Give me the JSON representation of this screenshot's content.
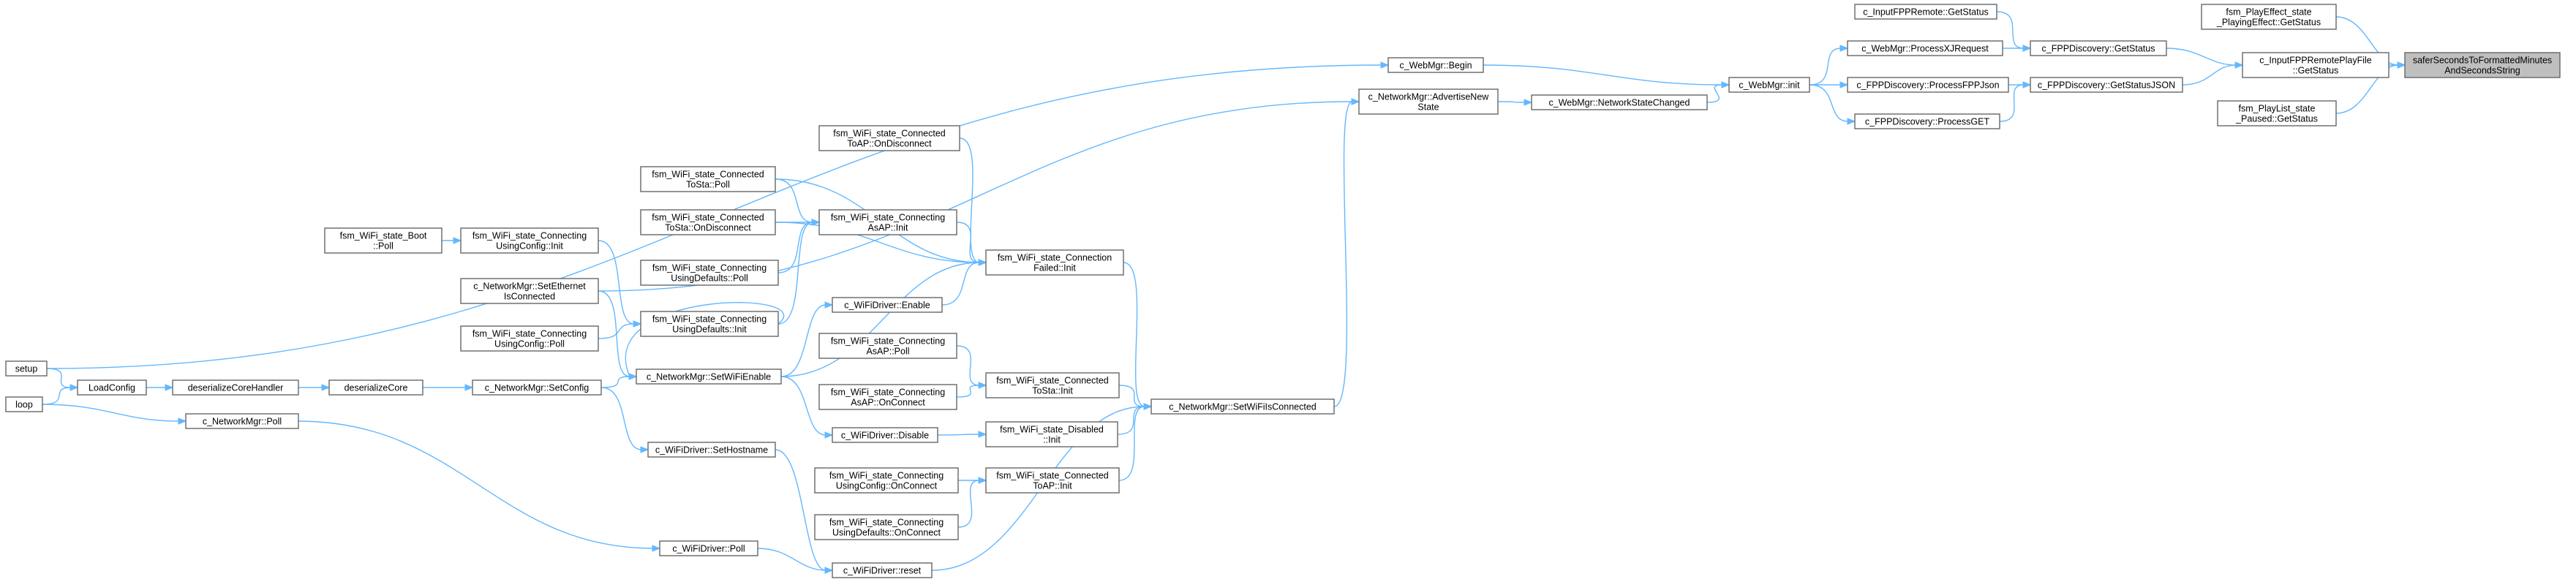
{
  "diagram": {
    "type": "call-graph",
    "colors": {
      "edge": "#63b8ff",
      "node_border": "#666666",
      "root_fill": "#bfbfbf",
      "node_fill": "#ffffff"
    },
    "nodes": [
      {
        "id": "root",
        "lines": [
          "saferSecondsToFormattedMinutes",
          "AndSecondsString"
        ],
        "root": true
      },
      {
        "id": "playeffect",
        "lines": [
          "fsm_PlayEffect_state",
          "_PlayingEffect::GetStatus"
        ]
      },
      {
        "id": "inputremote",
        "lines": [
          "c_InputFPPRemotePlayFile",
          "::GetStatus"
        ]
      },
      {
        "id": "playlist",
        "lines": [
          "fsm_PlayList_state",
          "_Paused::GetStatus"
        ]
      },
      {
        "id": "remotegetstatus",
        "lines": [
          "c_InputFPPRemote::GetStatus"
        ]
      },
      {
        "id": "discgetstatus",
        "lines": [
          "c_FPPDiscovery::GetStatus"
        ]
      },
      {
        "id": "discgetstatusjson",
        "lines": [
          "c_FPPDiscovery::GetStatusJSON"
        ]
      },
      {
        "id": "processxj",
        "lines": [
          "c_WebMgr::ProcessXJRequest"
        ]
      },
      {
        "id": "processfppjson",
        "lines": [
          "c_FPPDiscovery::ProcessFPPJson"
        ]
      },
      {
        "id": "processget",
        "lines": [
          "c_FPPDiscovery::ProcessGET"
        ]
      },
      {
        "id": "webinit",
        "lines": [
          "c_WebMgr::init"
        ]
      },
      {
        "id": "webbegin",
        "lines": [
          "c_WebMgr::Begin"
        ]
      },
      {
        "id": "netstatechanged",
        "lines": [
          "c_WebMgr::NetworkStateChanged"
        ]
      },
      {
        "id": "advertise",
        "lines": [
          "c_NetworkMgr::AdvertiseNew",
          "State"
        ]
      },
      {
        "id": "setwifi",
        "lines": [
          "c_NetworkMgr::SetWiFiIsConnected"
        ]
      },
      {
        "id": "connfailinit",
        "lines": [
          "fsm_WiFi_state_Connection",
          "Failed::Init"
        ]
      },
      {
        "id": "ctapondisc",
        "lines": [
          "fsm_WiFi_state_Connected",
          "ToAP::OnDisconnect"
        ]
      },
      {
        "id": "ctspoll",
        "lines": [
          "fsm_WiFi_state_Connected",
          "ToSta::Poll"
        ]
      },
      {
        "id": "ctsondisc",
        "lines": [
          "fsm_WiFi_state_Connected",
          "ToSta::OnDisconnect"
        ]
      },
      {
        "id": "cdpoll",
        "lines": [
          "fsm_WiFi_state_Connecting",
          "UsingDefaults::Poll"
        ]
      },
      {
        "id": "caapinit",
        "lines": [
          "fsm_WiFi_state_Connecting",
          "AsAP::Init"
        ]
      },
      {
        "id": "wifienable",
        "lines": [
          "c_WiFiDriver::Enable"
        ]
      },
      {
        "id": "caappoll",
        "lines": [
          "fsm_WiFi_state_Connecting",
          "AsAP::Poll"
        ]
      },
      {
        "id": "caaponconnect",
        "lines": [
          "fsm_WiFi_state_Connecting",
          "AsAP::OnConnect"
        ]
      },
      {
        "id": "ctsinit",
        "lines": [
          "fsm_WiFi_state_Connected",
          "ToSta::Init"
        ]
      },
      {
        "id": "wifidisable",
        "lines": [
          "c_WiFiDriver::Disable"
        ]
      },
      {
        "id": "disabledinit",
        "lines": [
          "fsm_WiFi_state_Disabled",
          "::Init"
        ]
      },
      {
        "id": "cconfigonconnect",
        "lines": [
          "fsm_WiFi_state_Connecting",
          "UsingConfig::OnConnect"
        ]
      },
      {
        "id": "ctapinit",
        "lines": [
          "fsm_WiFi_state_Connected",
          "ToAP::Init"
        ]
      },
      {
        "id": "cdefonconnect",
        "lines": [
          "fsm_WiFi_state_Connecting",
          "UsingDefaults::OnConnect"
        ]
      },
      {
        "id": "wifireset",
        "lines": [
          "c_WiFiDriver::reset"
        ]
      },
      {
        "id": "wifipoll",
        "lines": [
          "c_WiFiDriver::Poll"
        ]
      },
      {
        "id": "sethostname",
        "lines": [
          "c_WiFiDriver::SetHostname"
        ]
      },
      {
        "id": "setwifienable",
        "lines": [
          "c_NetworkMgr::SetWiFiEnable"
        ]
      },
      {
        "id": "cdinit",
        "lines": [
          "fsm_WiFi_state_Connecting",
          "UsingDefaults::Init"
        ]
      },
      {
        "id": "cconfiginit",
        "lines": [
          "fsm_WiFi_state_Connecting",
          "UsingConfig::Init"
        ]
      },
      {
        "id": "bootpoll",
        "lines": [
          "fsm_WiFi_state_Boot",
          "::Poll"
        ]
      },
      {
        "id": "setethernet",
        "lines": [
          "c_NetworkMgr::SetEthernet",
          "IsConnected"
        ]
      },
      {
        "id": "cconfigpoll",
        "lines": [
          "fsm_WiFi_state_Connecting",
          "UsingConfig::Poll"
        ]
      },
      {
        "id": "setconfig",
        "lines": [
          "c_NetworkMgr::SetConfig"
        ]
      },
      {
        "id": "deserializecore",
        "lines": [
          "deserializeCore"
        ]
      },
      {
        "id": "deserializehandler",
        "lines": [
          "deserializeCoreHandler"
        ]
      },
      {
        "id": "loadconfig",
        "lines": [
          "LoadConfig"
        ]
      },
      {
        "id": "setup",
        "lines": [
          "setup"
        ]
      },
      {
        "id": "loop",
        "lines": [
          "loop"
        ]
      },
      {
        "id": "netmgrpoll",
        "lines": [
          "c_NetworkMgr::Poll"
        ]
      }
    ],
    "edges": [
      [
        "playeffect",
        "root"
      ],
      [
        "inputremote",
        "root"
      ],
      [
        "playlist",
        "root"
      ],
      [
        "discgetstatus",
        "inputremote"
      ],
      [
        "discgetstatusjson",
        "inputremote"
      ],
      [
        "remotegetstatus",
        "discgetstatus"
      ],
      [
        "processxj",
        "discgetstatus"
      ],
      [
        "processfppjson",
        "discgetstatusjson"
      ],
      [
        "processget",
        "discgetstatusjson"
      ],
      [
        "webinit",
        "processxj"
      ],
      [
        "webinit",
        "processfppjson"
      ],
      [
        "webinit",
        "processget"
      ],
      [
        "webbegin",
        "webinit"
      ],
      [
        "netstatechanged",
        "webinit"
      ],
      [
        "setup",
        "webbegin"
      ],
      [
        "advertise",
        "netstatechanged"
      ],
      [
        "setethernet",
        "advertise"
      ],
      [
        "setwifi",
        "advertise"
      ],
      [
        "connfailinit",
        "setwifi"
      ],
      [
        "ctsinit",
        "setwifi"
      ],
      [
        "disabledinit",
        "setwifi"
      ],
      [
        "ctapinit",
        "setwifi"
      ],
      [
        "wifireset",
        "setwifi"
      ],
      [
        "ctapondisc",
        "connfailinit"
      ],
      [
        "ctspoll",
        "connfailinit"
      ],
      [
        "ctsondisc",
        "connfailinit"
      ],
      [
        "caapinit",
        "connfailinit"
      ],
      [
        "wifienable",
        "connfailinit"
      ],
      [
        "setwifienable",
        "connfailinit"
      ],
      [
        "ctspoll",
        "caapinit"
      ],
      [
        "ctsondisc",
        "caapinit"
      ],
      [
        "cdpoll",
        "caapinit"
      ],
      [
        "cdinit",
        "caapinit"
      ],
      [
        "setwifienable",
        "wifienable"
      ],
      [
        "caappoll",
        "ctsinit"
      ],
      [
        "caaponconnect",
        "ctsinit"
      ],
      [
        "setwifienable",
        "wifidisable"
      ],
      [
        "wifidisable",
        "disabledinit"
      ],
      [
        "cconfigonconnect",
        "ctapinit"
      ],
      [
        "cdefonconnect",
        "ctapinit"
      ],
      [
        "wifipoll",
        "wifireset"
      ],
      [
        "sethostname",
        "wifireset"
      ],
      [
        "setconfig",
        "sethostname"
      ],
      [
        "setconfig",
        "setwifienable"
      ],
      [
        "cdinit",
        "setwifienable"
      ],
      [
        "cconfiginit",
        "cdinit"
      ],
      [
        "cconfigpoll",
        "cdinit"
      ],
      [
        "bootpoll",
        "cconfiginit"
      ],
      [
        "setethernet",
        "setwifienable"
      ],
      [
        "deserializecore",
        "setconfig"
      ],
      [
        "deserializehandler",
        "deserializecore"
      ],
      [
        "loadconfig",
        "deserializehandler"
      ],
      [
        "setup",
        "loadconfig"
      ],
      [
        "loop",
        "loadconfig"
      ],
      [
        "loop",
        "netmgrpoll"
      ],
      [
        "netmgrpoll",
        "wifipoll"
      ]
    ]
  }
}
